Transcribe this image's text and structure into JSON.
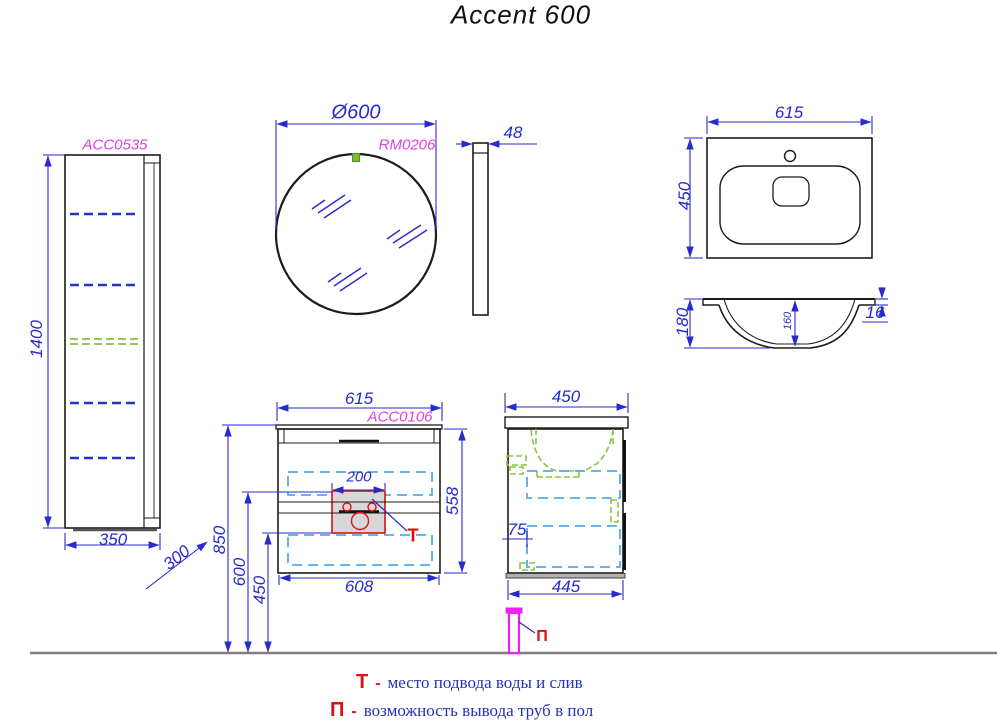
{
  "title": "Accent 600",
  "colors": {
    "dimension_blue": "#2929cc",
    "label_magenta": "#e040e0",
    "marker_red": "#dd1111",
    "sink_green": "#88c540",
    "drawer_light_blue": "#55aaec",
    "pipe_magenta": "#ee22ee"
  },
  "tall_cabinet": {
    "label": "ACC0535",
    "height": "1400",
    "width": "350",
    "depth": "300"
  },
  "mirror": {
    "label": "RM0206",
    "diameter": "Ø600",
    "thickness": "48"
  },
  "washbasin_top": {
    "width": "615",
    "depth": "450"
  },
  "washbasin_section": {
    "height": "180",
    "bowl_depth": "160",
    "rim": "16"
  },
  "vanity_front": {
    "label": "ACC0106",
    "width": "615",
    "body_width": "608",
    "height": "558",
    "service_zone_width": "200",
    "height_to_top": "850",
    "height_to_service_top": "600",
    "height_to_service_bottom": "450",
    "marker": "Т"
  },
  "vanity_side": {
    "depth": "450",
    "body_depth": "445",
    "drawer_offset": "75",
    "marker": "П"
  },
  "legend": {
    "water": {
      "symbol": "Т",
      "dash": "-",
      "text": "место подвода воды и слив"
    },
    "floor_pipes": {
      "symbol": "П",
      "dash": "-",
      "text": "возможность вывода труб в пол"
    }
  }
}
